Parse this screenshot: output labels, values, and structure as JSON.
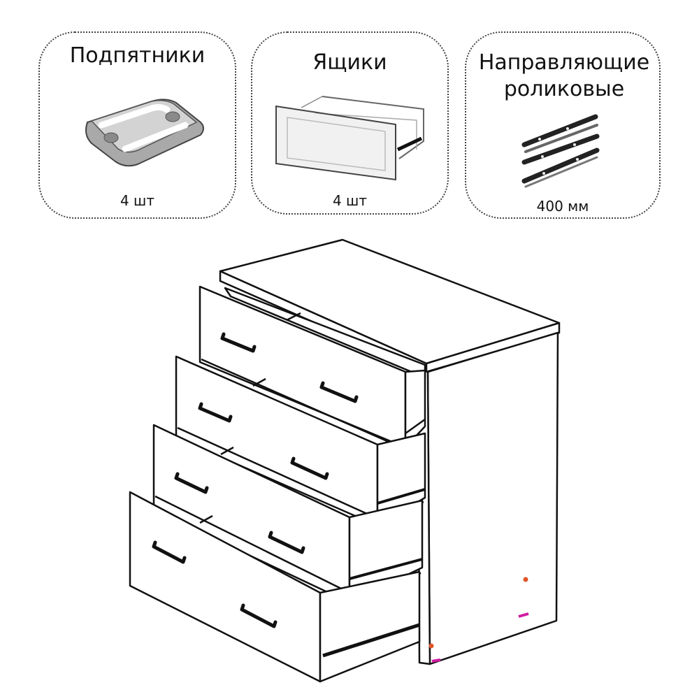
{
  "components": [
    {
      "title": "Подпятники",
      "quantity": "4 шт",
      "icon": "furniture-glide-icon"
    },
    {
      "title": "Ящики",
      "quantity": "4 шт",
      "icon": "drawer-box-icon"
    },
    {
      "title": "Направляющие роликовые",
      "quantity": "400 мм",
      "icon": "roller-rails-icon"
    }
  ],
  "colors": {
    "outline": "#111111",
    "marker_orange": "#e0552a",
    "marker_magenta": "#d01ba0",
    "card_border": "#444444"
  }
}
